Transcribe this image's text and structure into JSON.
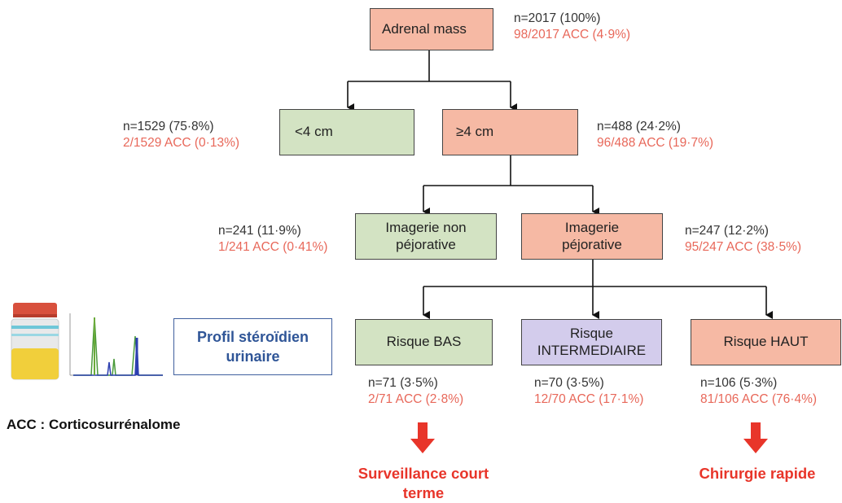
{
  "nodes": {
    "adrenal_mass": {
      "label": "Adrenal mass",
      "n": "n=2017 (100%)",
      "acc": "98/2017 ACC (4·9%)"
    },
    "lt4": {
      "label": "<4 cm",
      "n": "n=1529 (75·8%)",
      "acc": "2/1529 ACC (0·13%)"
    },
    "ge4": {
      "label": "≥4 cm",
      "n": "n=488 (24·2%)",
      "acc": "96/488 ACC (19·7%)"
    },
    "img_non_pej": {
      "line1": "Imagerie non",
      "line2": "péjorative",
      "n": "n=241 (11·9%)",
      "acc": "1/241 ACC (0·41%)"
    },
    "img_pej": {
      "line1": "Imagerie",
      "line2": "péjorative",
      "n": "n=247 (12·2%)",
      "acc": "95/247 ACC (38·5%)"
    },
    "risque_bas": {
      "label": "Risque BAS",
      "n": "n=71 (3·5%)",
      "acc": "2/71 ACC (2·8%)"
    },
    "risque_inter": {
      "line1": "Risque",
      "line2": "INTERMEDIAIRE",
      "n": "n=70 (3·5%)",
      "acc": "12/70 ACC (17·1%)"
    },
    "risque_haut": {
      "label": "Risque HAUT",
      "n": "n=106 (5·3%)",
      "acc": "81/106 ACC (76·4%)"
    }
  },
  "outcomes": {
    "surveillance_line1": "Surveillance court",
    "surveillance_line2": "terme",
    "chirurgie": "Chirurgie rapide"
  },
  "profil": {
    "line1": "Profil stéroïdien",
    "line2": "urinaire"
  },
  "legend": "ACC : Corticosurrénalome",
  "colors": {
    "salmon": "#f6b9a4",
    "green": "#d3e3c3",
    "purple": "#d3ccec",
    "accent_red": "#e8352a",
    "acc_text": "#e8685a",
    "profil_blue": "#2f5597"
  }
}
